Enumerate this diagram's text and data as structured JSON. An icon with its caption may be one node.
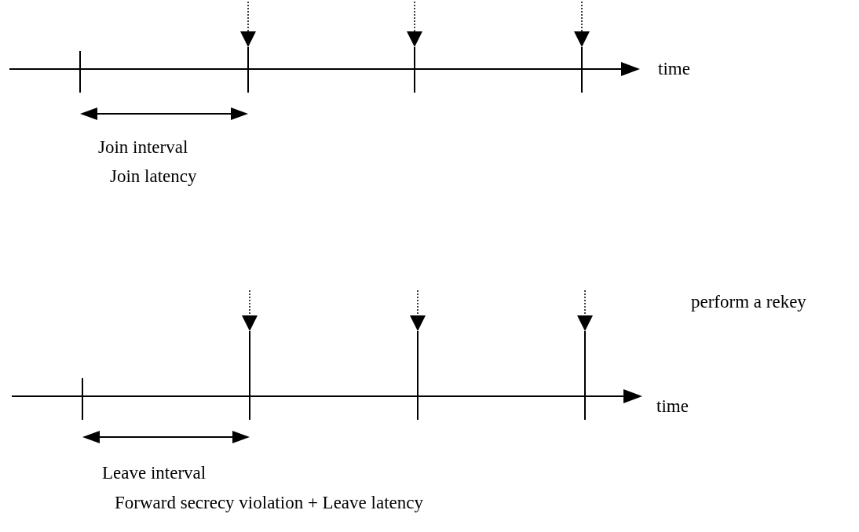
{
  "diagram": {
    "labels": [
      "time",
      "Join interval",
      "Join latency",
      "perform a rekey",
      "time",
      "Leave interval",
      "Forward secrecy violation + Leave latency"
    ]
  }
}
